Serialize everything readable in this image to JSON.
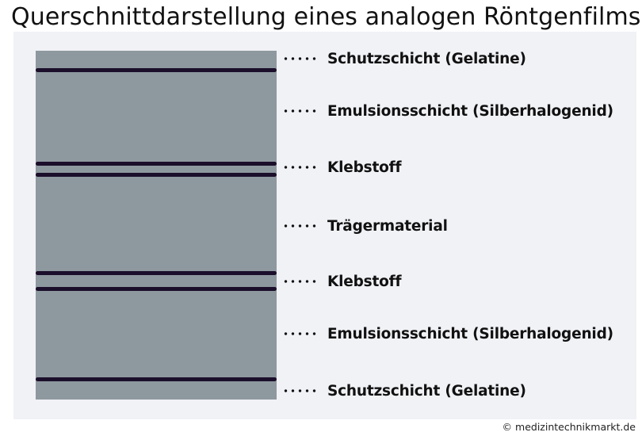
{
  "title": "Querschnittdarstellung eines analogen Röntgenfilms",
  "colors": {
    "film": "#8e999f",
    "boundary_line": "#1b0f2b",
    "panel": "#f1f2f6"
  },
  "layers": [
    {
      "label": "Schutzschicht (Gelatine)"
    },
    {
      "label": "Emulsionsschicht (Silberhalogenid)"
    },
    {
      "label": "Klebstoff"
    },
    {
      "label": "Trägermaterial"
    },
    {
      "label": "Klebstoff"
    },
    {
      "label": "Emulsionsschicht (Silberhalogenid)"
    },
    {
      "label": "Schutzschicht (Gelatine)"
    }
  ],
  "copyright": "© medizintechnikmarkt.de"
}
